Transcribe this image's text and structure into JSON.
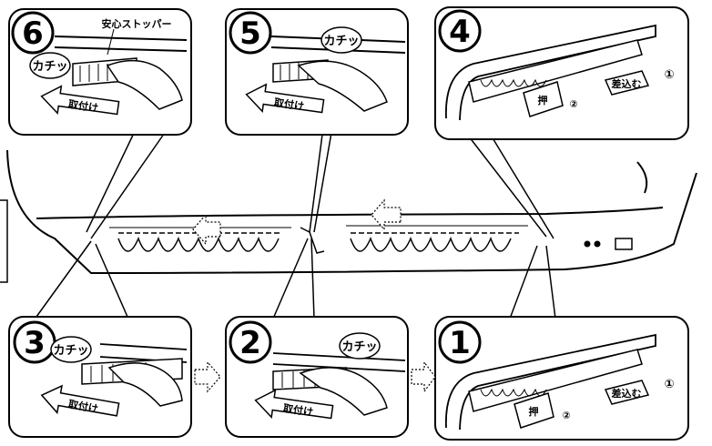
{
  "panels": [
    {
      "step": "6",
      "click": "カチッ",
      "stopper": "安心ストッパー",
      "arrow": "取付け"
    },
    {
      "step": "5",
      "click": "カチッ",
      "arrow": "取付け"
    },
    {
      "step": "4",
      "insert": "差込む",
      "n1": "①",
      "push": "押",
      "n2": "②"
    },
    {
      "step": "3",
      "click": "カチッ",
      "arrow": "取付け"
    },
    {
      "step": "2",
      "click": "カチッ",
      "arrow": "取付け"
    },
    {
      "step": "1",
      "insert": "差込む",
      "n1": "①",
      "push": "押",
      "n2": "②"
    }
  ]
}
